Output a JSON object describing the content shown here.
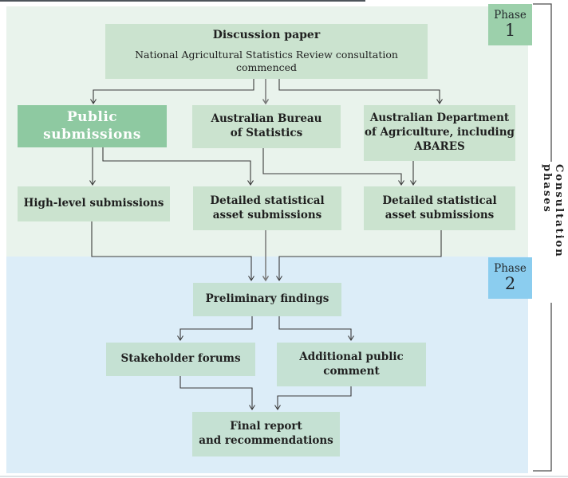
{
  "side_label": "Consultation phases",
  "phases": [
    {
      "id": "phase1",
      "badge_word": "Phase",
      "badge_number": "1",
      "badge_color": "#9cd0ab",
      "panel_color": "#e9f3ec"
    },
    {
      "id": "phase2",
      "badge_word": "Phase",
      "badge_number": "2",
      "badge_color": "#8bcdef",
      "panel_color": "#dcedf8"
    }
  ],
  "nodes": {
    "discussion_paper": {
      "title": "Discussion paper",
      "subtitle": "National Agricultural Statistics Review consultation commenced",
      "phase": "phase1"
    },
    "public_submissions": {
      "label": "Public\nsubmissions",
      "phase": "phase1",
      "highlighted": true
    },
    "abs": {
      "label": "Australian Bureau\nof Statistics",
      "phase": "phase1"
    },
    "dept_agriculture": {
      "label": "Australian Department\nof Agriculture, including\nABARES",
      "phase": "phase1"
    },
    "high_level": {
      "label": "High-level submissions",
      "phase": "phase1"
    },
    "detailed_mid": {
      "label": "Detailed statistical\nasset submissions",
      "phase": "phase1"
    },
    "detailed_right": {
      "label": "Detailed statistical\nasset submissions",
      "phase": "phase1"
    },
    "preliminary": {
      "label": "Preliminary findings",
      "phase": "phase2"
    },
    "stakeholder": {
      "label": "Stakeholder forums",
      "phase": "phase2"
    },
    "additional": {
      "label": "Additional public\ncomment",
      "phase": "phase2"
    },
    "final": {
      "label": "Final report\nand recommendations",
      "phase": "phase2"
    }
  },
  "edges": [
    {
      "from": "discussion_paper",
      "to": "public_submissions"
    },
    {
      "from": "discussion_paper",
      "to": "abs"
    },
    {
      "from": "discussion_paper",
      "to": "dept_agriculture"
    },
    {
      "from": "public_submissions",
      "to": "high_level"
    },
    {
      "from": "public_submissions",
      "to": "detailed_mid"
    },
    {
      "from": "abs",
      "to": "detailed_right"
    },
    {
      "from": "dept_agriculture",
      "to": "detailed_right"
    },
    {
      "from": "high_level",
      "to": "preliminary"
    },
    {
      "from": "detailed_mid",
      "to": "preliminary"
    },
    {
      "from": "detailed_right",
      "to": "preliminary"
    },
    {
      "from": "preliminary",
      "to": "stakeholder"
    },
    {
      "from": "preliminary",
      "to": "additional"
    },
    {
      "from": "stakeholder",
      "to": "final"
    },
    {
      "from": "additional",
      "to": "final"
    }
  ],
  "colors": {
    "phase1_panel": "#e9f3ec",
    "phase2_panel": "#dcedf8",
    "phase1_box": "#cbe3cf",
    "phase2_box": "#c5e1d3",
    "highlight_box": "#8ec9a1",
    "phase1_badge": "#9cd0ab",
    "phase2_badge": "#8bcdef",
    "connector": "#3b3b3b",
    "connector_gray": "#787878",
    "bracket": "#4d4d4d",
    "text": "#1f1f1f",
    "highlight_text": "#ffffff"
  }
}
